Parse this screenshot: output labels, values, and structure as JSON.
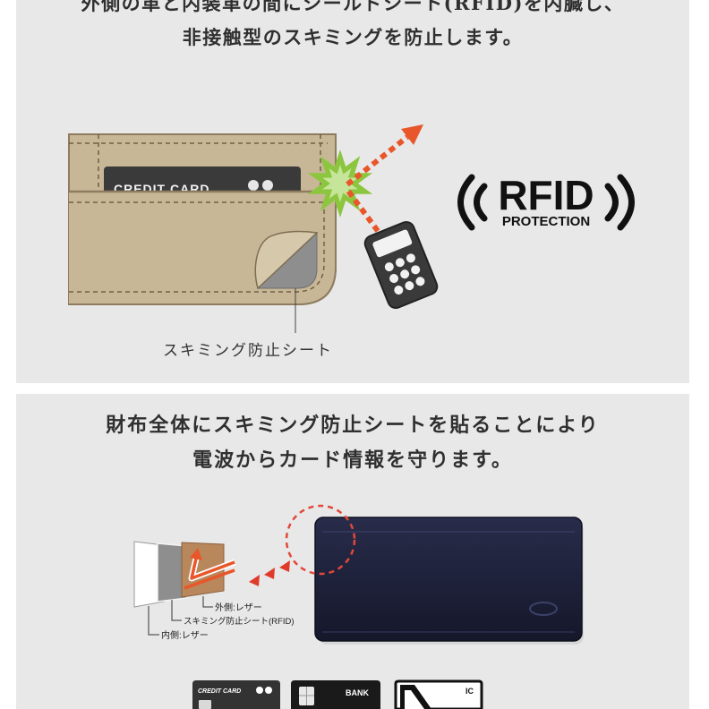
{
  "top_panel": {
    "heading": {
      "line1": "外側の革と内装革の間にシールドシート(RFID)を内臓し、",
      "line2": "非接触型のスキミングを防止します。"
    },
    "wallet_card_label": "CREDIT CARD",
    "sheet_caption": "スキミング防止シート",
    "rfid_logo": {
      "title": "RFID",
      "subtitle": "PROTECTION",
      "icon": "rfid-waves-icon"
    },
    "icons": [
      "phone-icon",
      "burst-icon",
      "signal-arrow-icon"
    ]
  },
  "bottom_panel": {
    "heading": {
      "line1": "財布全体にスキミング防止シートを貼ることにより",
      "line2": "電波からカード情報を守ります。"
    },
    "layers": {
      "outer": "外側:レザー",
      "shield": "スキミング防止シート(RFID)",
      "inner": "内側:レザー"
    },
    "cards": [
      {
        "label": "CREDIT CARD"
      },
      {
        "label": "BANK"
      },
      {
        "label": "IC"
      }
    ],
    "icons": [
      "zoom-circle-icon",
      "direction-arrows-icon",
      "card-chip-icon"
    ]
  },
  "colors": {
    "panel_bg": "#e8e8e8",
    "text": "#2f2f2f",
    "wallet_beige": "#c8b797",
    "shield_gray": "#8e8e8e",
    "burst_green": "#8cc63f",
    "arrow_orange": "#e8562a",
    "wallet_navy": "#1d2036",
    "zoom_red": "#e2483a",
    "leather_brown": "#b8875c"
  }
}
